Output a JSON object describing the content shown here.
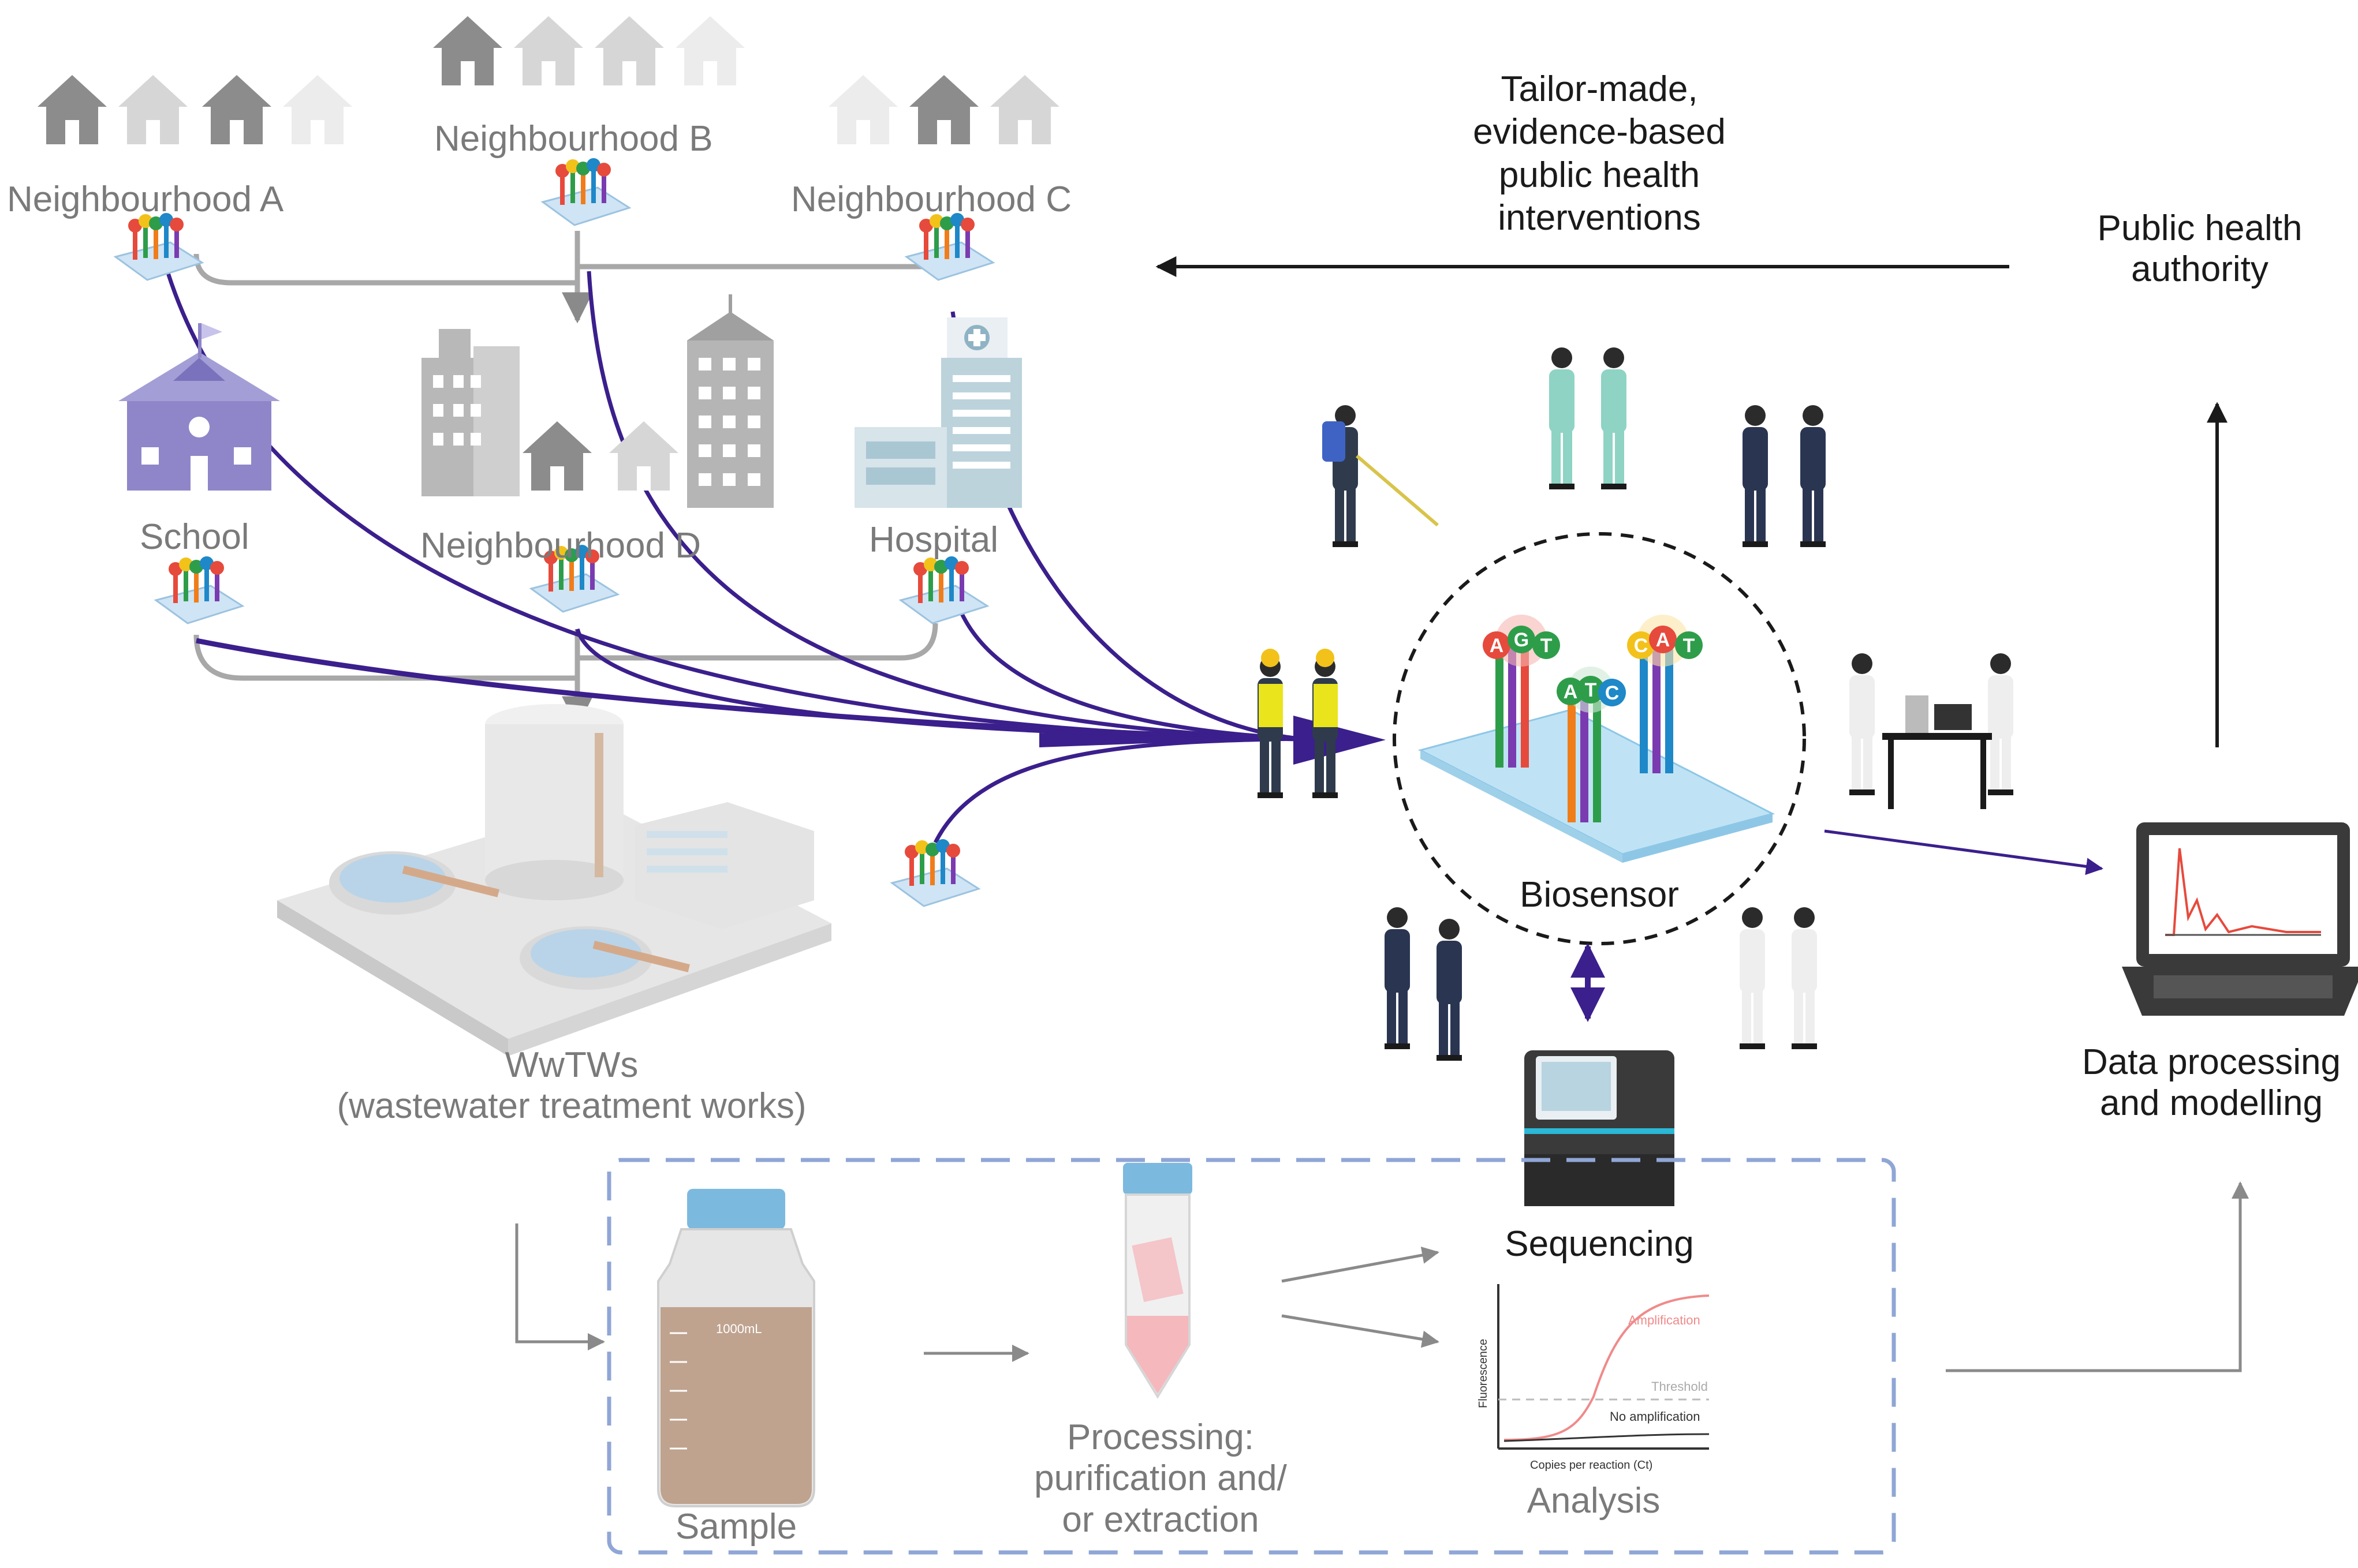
{
  "labels": {
    "neighbourhood_a": "Neighbourhood A",
    "neighbourhood_b": "Neighbourhood B",
    "neighbourhood_c": "Neighbourhood C",
    "neighbourhood_d": "Neighbourhood D",
    "school": "School",
    "hospital": "Hospital",
    "wwtws_line1": "WwTWs",
    "wwtws_line2": "(wastewater treatment works)",
    "interventions_line1": "Tailor-made,",
    "interventions_line2": "evidence-based",
    "interventions_line3": "public health",
    "interventions_line4": "interventions",
    "authority_line1": "Public health",
    "authority_line2": "authority",
    "biosensor": "Biosensor",
    "sequencing": "Sequencing",
    "data_line1": "Data processing",
    "data_line2": "and modelling",
    "sample": "Sample",
    "processing_line1": "Processing:",
    "processing_line2": "purification and/",
    "processing_line3": "or extraction",
    "analysis": "Analysis",
    "bottle_volume": "1000mL"
  },
  "biosensor_bases": {
    "probe1": [
      "A",
      "G",
      "T"
    ],
    "probe2": [
      "A",
      "T",
      "C"
    ],
    "probe3": [
      "C",
      "A",
      "T"
    ]
  },
  "qpcr_plot": {
    "ylabel": "Fluorescence",
    "xlabel": "Copies per reaction (Ct)",
    "amplification": "Amplification",
    "threshold": "Threshold",
    "no_amplification": "No amplification"
  },
  "colors": {
    "flow_purple": "#3b1f8c",
    "house_gray": "#8c8c8c",
    "house_light": "#cfcfcf",
    "school_purple": "#8f86c9",
    "dashed_box": "#8fa6d6",
    "arrow_dark": "#1a1a1a",
    "pipe_gray": "#9a9a9a"
  }
}
